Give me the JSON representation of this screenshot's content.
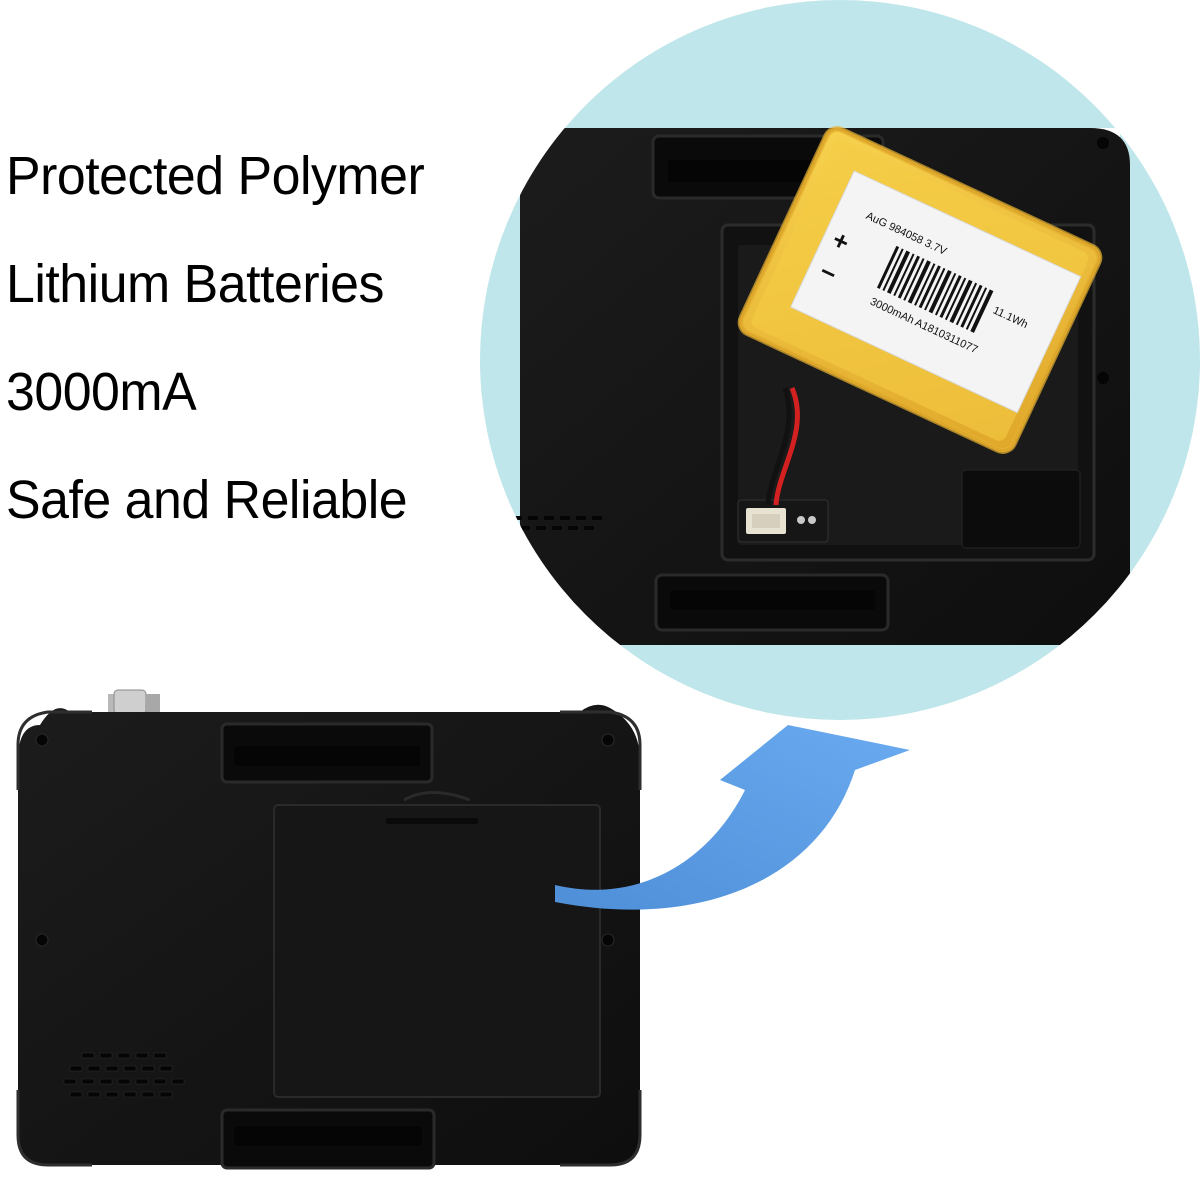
{
  "features": [
    "Protected Polymer",
    "Lithium Batteries",
    "3000mA",
    "Safe and Reliable"
  ],
  "battery_label": {
    "line1": "AuG  984058  3.7V",
    "line2": "3000mAh  A1810311077",
    "rating": "11.1Wh",
    "polarity_plus": "+",
    "polarity_minus": "−"
  },
  "colors": {
    "magnifier_bg": "#bfe6ea",
    "device_body": "#141414",
    "battery_yellow": "#f3c23a",
    "arrow_blue": "#5b9de4"
  }
}
